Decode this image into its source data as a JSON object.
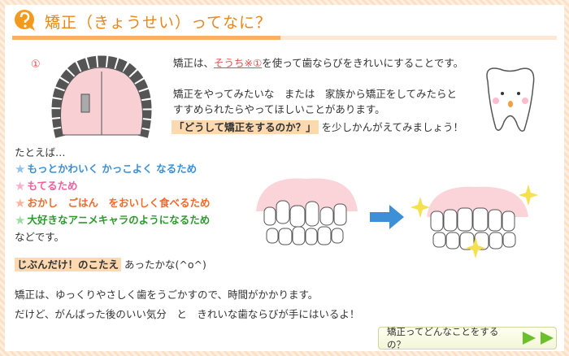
{
  "header": {
    "title": "矯正（きょうせい）ってなに？",
    "icon": "question-bubble-icon"
  },
  "figure_label": "①",
  "intro": {
    "line1_pre": "矯正は、",
    "line1_link": "そうち※①",
    "line1_post": "を使って歯ならびをきれいにすることです。",
    "line2": "矯正をやってみたいな　または　家族から矯正をしてみたらと",
    "line3": "すすめられたらやってほしいことがあります。",
    "highlight": "「どうして矯正をするのか？」",
    "line4_post": " を少しかんがえてみましょう！"
  },
  "examples": {
    "lead": "たとえば…",
    "items": [
      {
        "text": "もっとかわいく かっこよく なるため",
        "color": "#3a8fd8",
        "star": "#90c4ee"
      },
      {
        "text": "もてるため",
        "color": "#f0609a",
        "star": "#f8b0cc"
      },
      {
        "text": "おかし　ごはん　をおいしく食べるため",
        "color": "#f06a2a",
        "star": "#f8b4a0"
      },
      {
        "text": "大好きなアニメキャラのようになるため",
        "color": "#2e9a2e",
        "star": "#a0dca0"
      }
    ],
    "tail": "などです。"
  },
  "answer": {
    "label": "じぶんだけ！のこたえ",
    "post": "あったかな(^o^)"
  },
  "closing": {
    "line1": "矯正は、ゆっくりやさしく歯をうごかすので、時間がかかります。",
    "line2": "だけど、がんばった後のいい気分　と　きれいな歯ならびが手にはいるよ！"
  },
  "next_button": {
    "label": "矯正ってどんなことをするの？"
  }
}
